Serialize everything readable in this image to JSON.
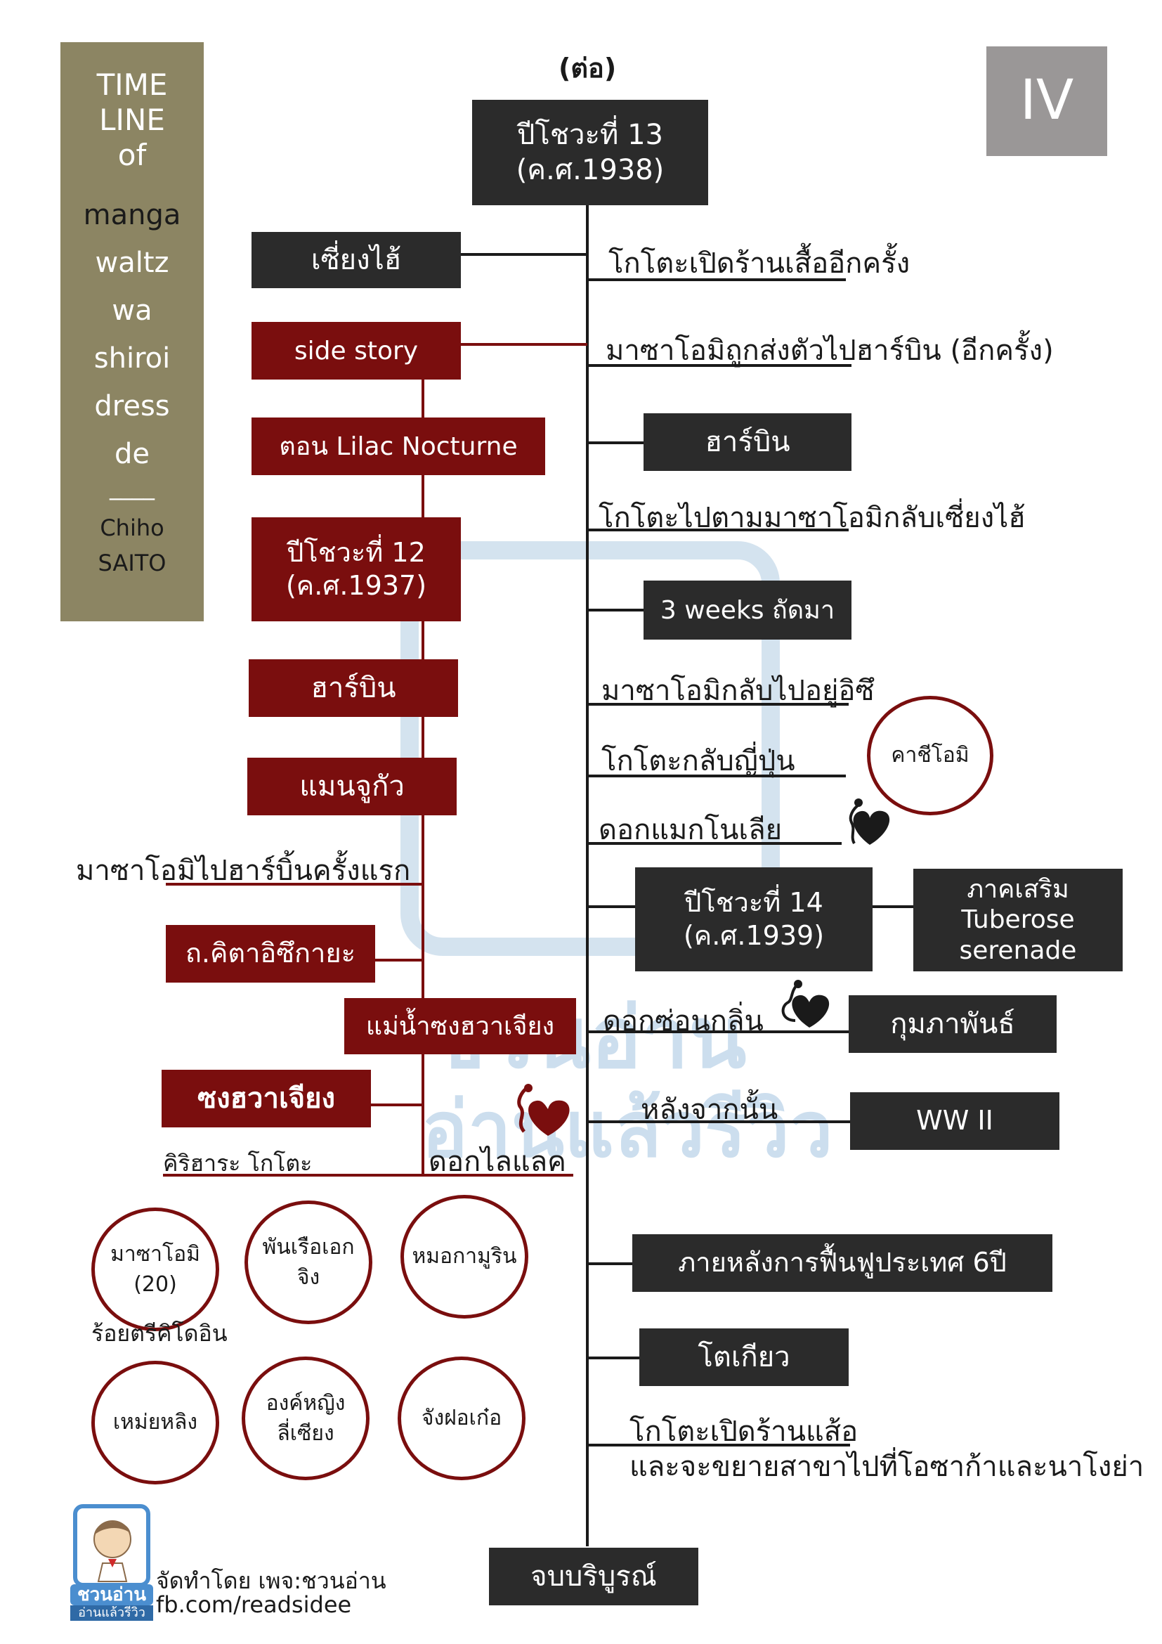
{
  "sidebar": {
    "title_lines": [
      "TIME",
      "LINE",
      "of"
    ],
    "manga_lines": [
      "manga",
      "waltz",
      "wa",
      "shiroi",
      "dress",
      "de"
    ],
    "divider": "____",
    "author_lines": [
      "Chiho",
      "SAITO"
    ]
  },
  "continued": "(ต่อ)",
  "volume": "IV",
  "main": {
    "start_box": [
      "ปีโชวะที่ 13",
      "(ค.ศ.1938)"
    ],
    "right_events": [
      "โกโตะเปิดร้านเสื้ออีกครั้ง",
      "มาซาโอมิถูกส่งตัวไปฮาร์บิน (อีกครั้ง)",
      "โกโตะไปตามมาซาโอมิกลับเซี่ยงไฮ้",
      "มาซาโอมิกลับไปอยู่อิซึ",
      "โกโตะกลับญี่ปุ่น",
      "ดอกแมกโนเลีย",
      "ดอกซ่อนกลิ่น",
      "หลังจากนั้น",
      "โกโตะเปิดร้านแส้อ",
      "และจะขยายสาขาไปที่โอซาก้าและนาโงย่า"
    ],
    "right_boxes": {
      "harbin": "ฮาร์บิน",
      "three_weeks": "3 weeks ถัดมา",
      "year14": [
        "ปีโชวะที่ 14",
        "(ค.ศ.1939)"
      ],
      "extra": [
        "ภาคเสริม",
        "Tuberose",
        "serenade"
      ],
      "february": "กุมภาพันธ์",
      "ww2": "WW II",
      "after_recovery": "ภายหลังการฟื้นฟูประเทศ 6ปี",
      "tokyo": "โตเกียว",
      "end": "จบบริบูรณ์"
    },
    "circle_kashiomi": "คาชีโอมิ"
  },
  "left": {
    "shanghai": "เซี่ยงไฮ้",
    "side_story": "side story",
    "lilac_episode": "ตอน Lilac Nocturne",
    "year12": [
      "ปีโชวะที่ 12",
      "(ค.ศ.1937)"
    ],
    "harbin": "ฮาร์บิน",
    "manchukuo": "แมนจูกัว",
    "first_trip": "มาซาโอมิไปฮาร์บิ้นครั้งแรก",
    "street": "ถ.คิตาอิซึกายะ",
    "river": "แม่น้ำซงฮวาเจียง",
    "songhua": "ซงฮวาเจียง",
    "kirihara": "คิริฮาระ โกโตะ",
    "lilac_flower": "ดอกไลแลค"
  },
  "characters": {
    "masaomi": [
      "มาซาโอมิ",
      "(20)"
    ],
    "masaomi_rank": "ร้อยตรีคิโดอิน",
    "phan": [
      "พันเรือเอก",
      "จิง"
    ],
    "doctor": "หมอกามูริน",
    "meilin": "เหม่ยหลิง",
    "princess": [
      "องค์หญิง",
      "ลี่เซียง"
    ],
    "zhang": "จังฝอเก๋อ"
  },
  "footer": {
    "credit": "จัดทำโดย  เพจ:ชวนอ่าน",
    "url": "fb.com/readsidee",
    "logo_top": "ชวนอ่าน",
    "logo_bottom": "อ่านแล้วรีวิว"
  },
  "watermark": {
    "top": "ชวนอ่าน",
    "bottom": "อ่านแล้วรีวิว"
  },
  "colors": {
    "dark": "#2b2b2b",
    "red": "#7a0e0e",
    "olive": "#8c8563",
    "grey": "#9a9797"
  }
}
